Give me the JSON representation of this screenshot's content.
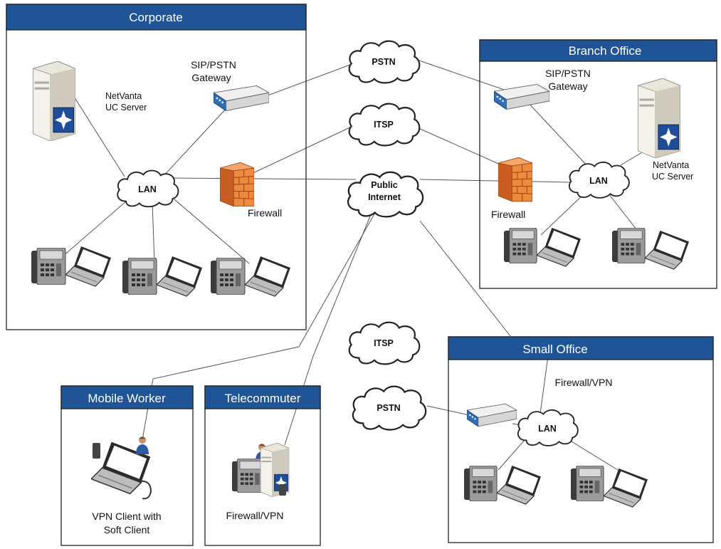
{
  "sites": {
    "corporate": "Corporate",
    "branch": "Branch Office",
    "small": "Small Office",
    "mobile": "Mobile Worker",
    "telecommuter": "Telecommuter"
  },
  "clouds": {
    "pstn_top": "PSTN",
    "itsp_top": "ITSP",
    "internet_1": "Public",
    "internet_2": "Internet",
    "itsp_mid": "ITSP",
    "pstn_mid": "PSTN",
    "lan_corp": "LAN",
    "lan_branch": "LAN",
    "lan_small": "LAN"
  },
  "labels": {
    "corp_gateway_1": "SIP/PSTN",
    "corp_gateway_2": "Gateway",
    "corp_server_1": "NetVanta",
    "corp_server_2": "UC Server",
    "corp_firewall": "Firewall",
    "branch_gateway_1": "SIP/PSTN",
    "branch_gateway_2": "Gateway",
    "branch_server_1": "NetVanta",
    "branch_server_2": "UC Server",
    "branch_firewall": "Firewall",
    "small_firewall": "Firewall/VPN",
    "mobile_client_1": "VPN Client with",
    "mobile_client_2": "Soft Client",
    "telecommuter_fw": "Firewall/VPN"
  },
  "colors": {
    "header_bg": "#1f5496",
    "line": "#555555",
    "cloud_fill": "#ffffff",
    "firewall": "#e87b32",
    "gateway": "#2f6fb5"
  }
}
